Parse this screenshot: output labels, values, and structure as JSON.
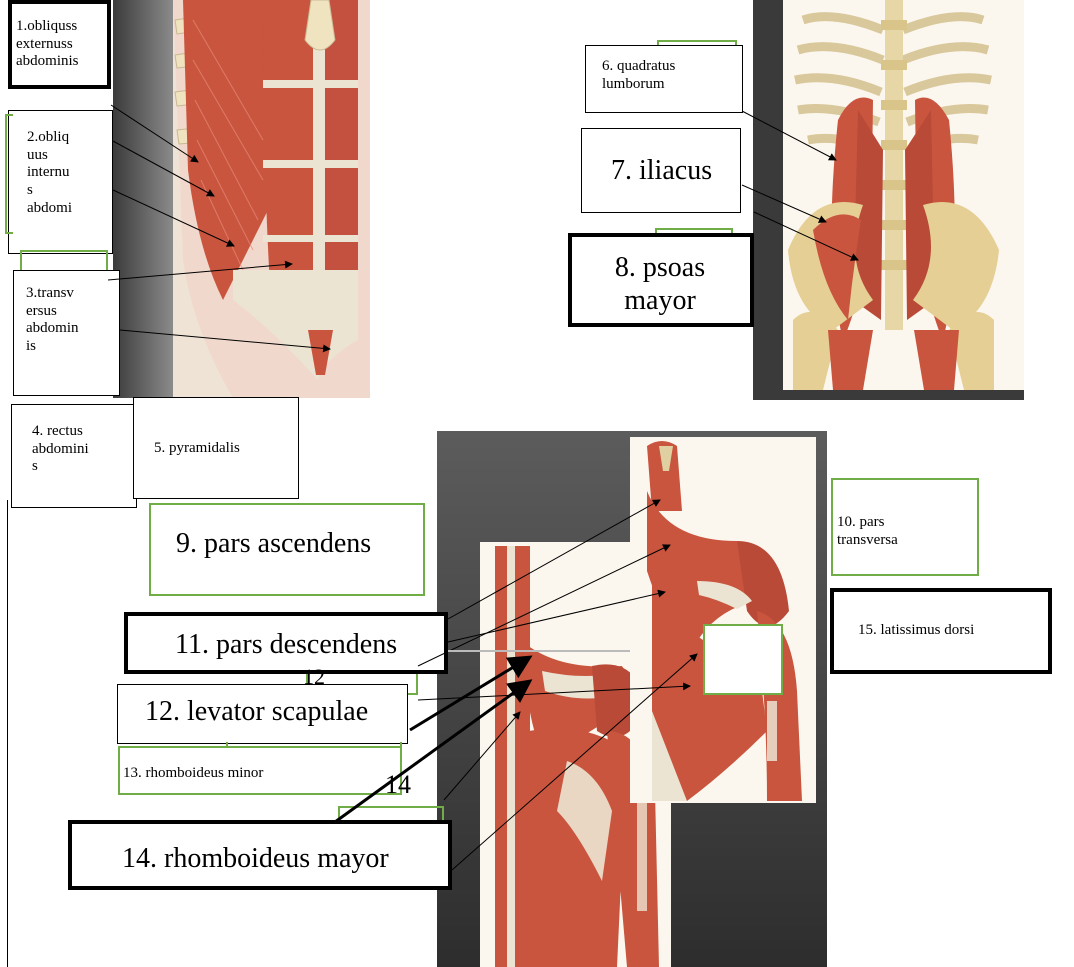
{
  "labels": {
    "l1": "1.obliquss\nexternuss\nabdominis",
    "l2": "2.obliq\nuus\ninternu\ns\nabdomi",
    "l3": "3.transv\nersus\nabdomin\nis",
    "l4": "4. rectus\nabdomini\ns",
    "l5": "5. pyramidalis",
    "l6": "6. quadratus\nlumborum",
    "l7": "7. iliacus",
    "l8": "8. psoas\nmayor",
    "l9": "9. pars ascendens",
    "l10": "10. pars\ntransversa",
    "l11": "11. pars descendens",
    "l12": "12. levator scapulae",
    "l13": "13. rhomboideus minor",
    "l14": "14. rhomboideus mayor",
    "l15": "15. latissimus dorsi"
  },
  "stray_text": {
    "t12": "12",
    "t14": "14"
  },
  "colors": {
    "muscle": "#c9553f",
    "muscle_dark": "#9e3a2a",
    "tendon": "#ece4d2",
    "bone": "#efe3c0",
    "backdrop": "#3a3a3a",
    "green_border": "#70ad47"
  }
}
